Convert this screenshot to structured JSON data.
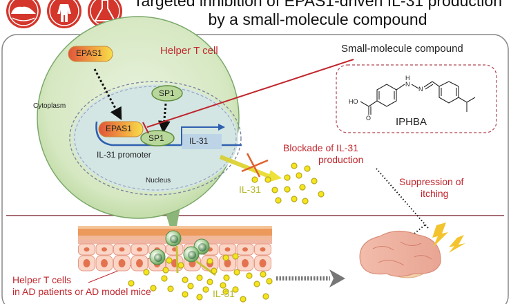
{
  "title": {
    "line1": "Targeted inhibition of EPAS1-driven IL-31 production",
    "line2": "by a small-molecule compound"
  },
  "header_icons": [
    {
      "name": "mouse-icon"
    },
    {
      "name": "human-icon"
    },
    {
      "name": "flask-icon"
    }
  ],
  "cell": {
    "label": "Helper T cell",
    "cytoplasm_label": "Cytoplasm",
    "nucleus_label": "Nucleus",
    "epas1_cytoplasm": "EPAS1",
    "sp1_nucleus": "SP1",
    "epas1_promoter": "EPAS1",
    "sp1_promoter": "SP1",
    "gene_label": "IL-31",
    "promoter_label": "IL-31 promoter"
  },
  "compound": {
    "label": "Small-molecule compound",
    "name": "IPHBA",
    "atoms": {
      "hydroxyl": "HO",
      "carbonyl_o": "O",
      "nh_h": "H",
      "n1": "N",
      "n2": "N"
    }
  },
  "effects": {
    "blockade_line1": "Blockade of IL-31",
    "blockade_line2": "production",
    "il31_label_top": "IL-31",
    "suppression_line1": "Suppression of",
    "suppression_line2": "itching"
  },
  "skin": {
    "tcell_label_line1": "Helper T cells",
    "tcell_label_line2": "in AD patients or AD model mice",
    "il31_label_bottom": "IL-31"
  },
  "colors": {
    "accent_red": "#c0262d",
    "cell_green": "#d7e8c0",
    "il31_yellow": "#f2e21b",
    "nucleus_blue": "#d3e6e4",
    "brain_pink": "#eeb2a2"
  }
}
